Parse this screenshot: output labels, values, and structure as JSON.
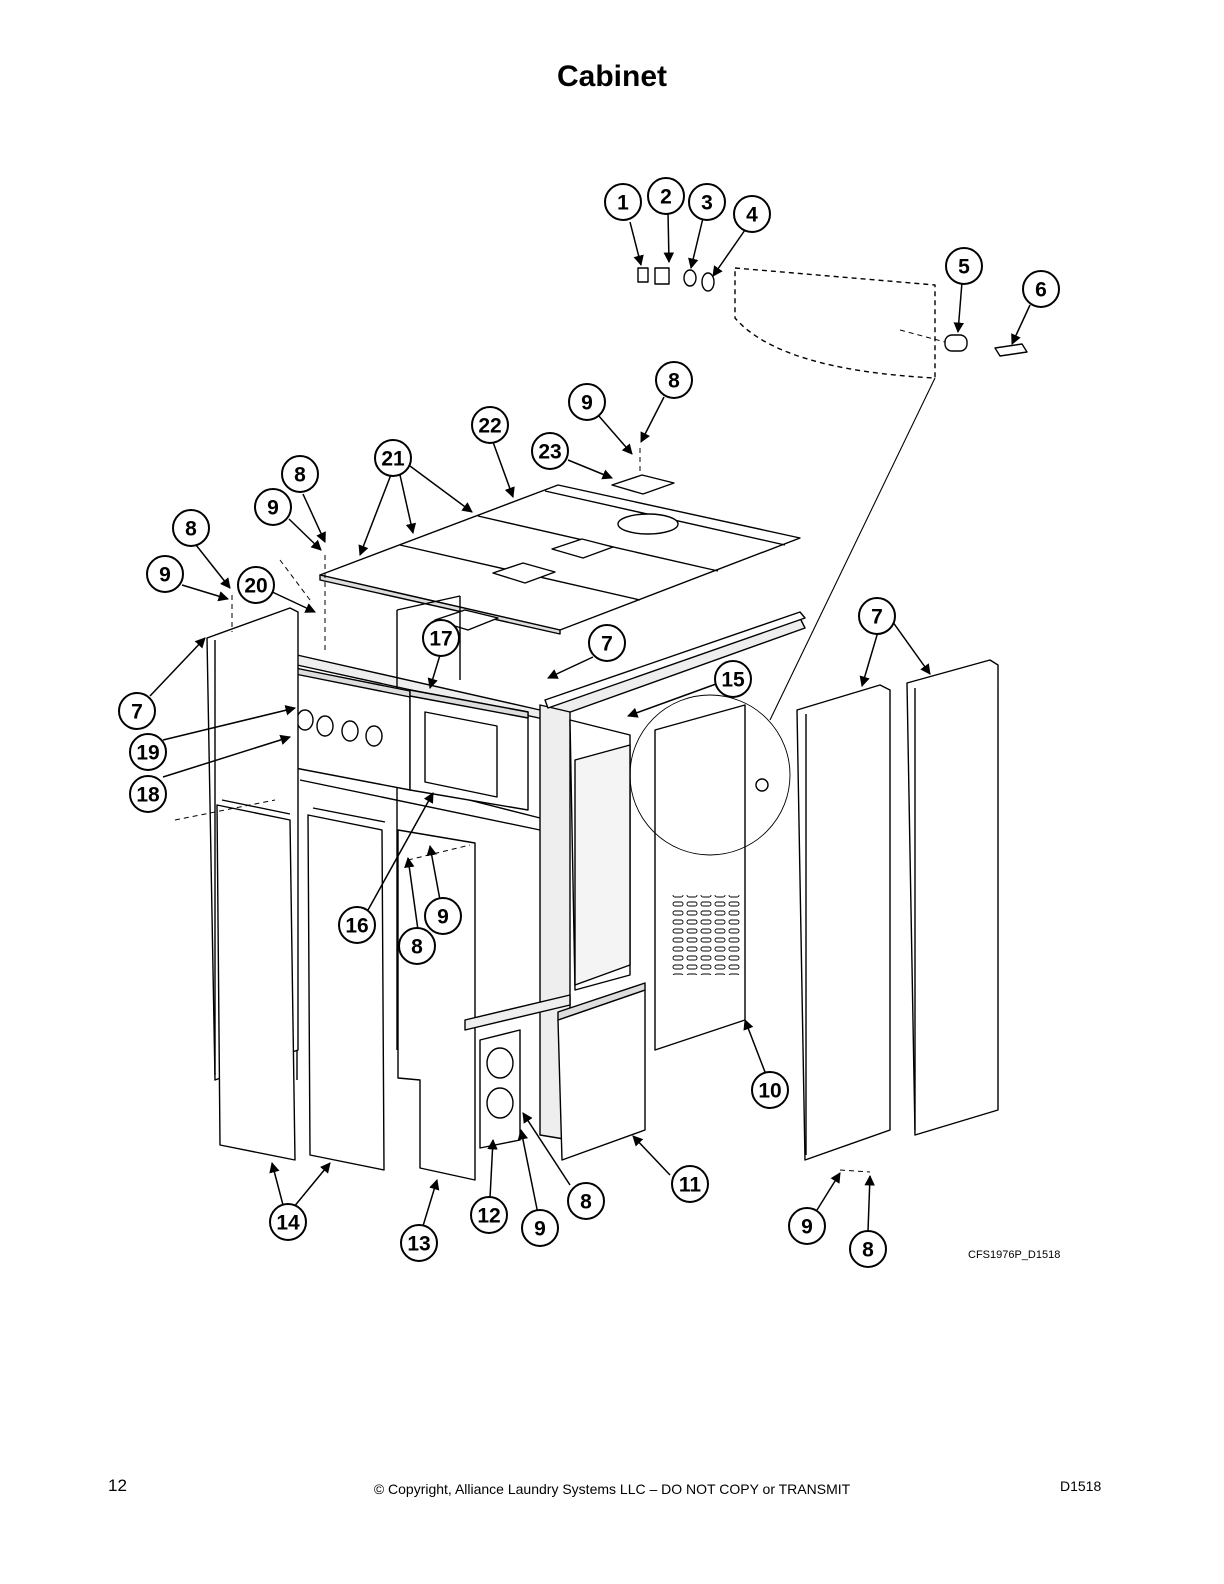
{
  "title": "Cabinet",
  "callouts": [
    "1",
    "2",
    "3",
    "4",
    "5",
    "6",
    "7",
    "8",
    "9",
    "10",
    "11",
    "12",
    "13",
    "14",
    "15",
    "16",
    "17",
    "18",
    "19",
    "20",
    "21",
    "22",
    "23"
  ],
  "drawing_code": "CFS1976P_D1518",
  "footer": {
    "page_number": "12",
    "copyright": "© Copyright, Alliance Laundry Systems LLC – DO NOT COPY or TRANSMIT",
    "doc_id": "D1518"
  }
}
